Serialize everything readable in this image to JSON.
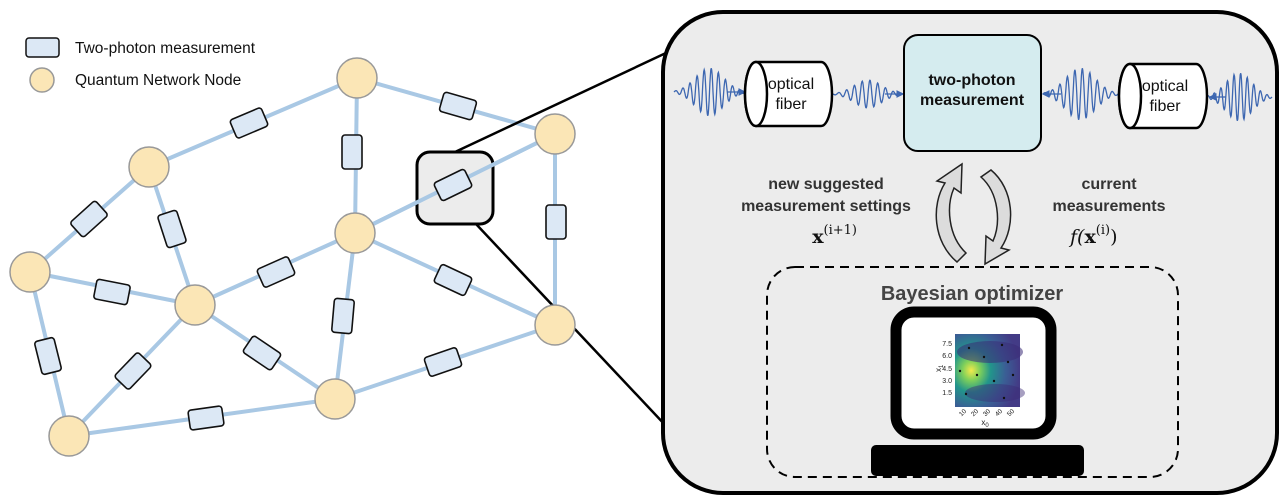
{
  "legend": {
    "measurement_label": "Two-photon measurement",
    "node_label": "Quantum Network Node"
  },
  "panel": {
    "left_fiber": {
      "line1": "optical",
      "line2": "fiber"
    },
    "right_fiber": {
      "line1": "optical",
      "line2": "fiber"
    },
    "center_box": {
      "line1": "two-photon",
      "line2": "measurement"
    },
    "left_caption": {
      "line1": "new suggested",
      "line2": "measurement settings",
      "formula_base": "x",
      "formula_sup": "(i+1)"
    },
    "right_caption": {
      "line1": "current",
      "line2": "measurements",
      "formula_f": "f(",
      "formula_base": "x",
      "formula_sup": "(i)",
      "formula_close": ")"
    },
    "optimizer_title": "Bayesian optimizer"
  },
  "plot": {
    "y_axis_label": "x",
    "y_axis_sub": "1",
    "x_axis_label": "x",
    "x_axis_sub": "0",
    "y_ticks": [
      "7.5",
      "6.0",
      "4.5",
      "3.0",
      "1.5"
    ],
    "x_ticks": [
      "10",
      "20",
      "30",
      "40",
      "50"
    ]
  },
  "colors": {
    "link": "#a9c8e4",
    "node_fill": "#fbe6b6",
    "measurement_fill": "#dce8f5",
    "panel_fill": "#ececec",
    "center_box_fill": "#d5ecef",
    "wave": "#3d67b1"
  }
}
